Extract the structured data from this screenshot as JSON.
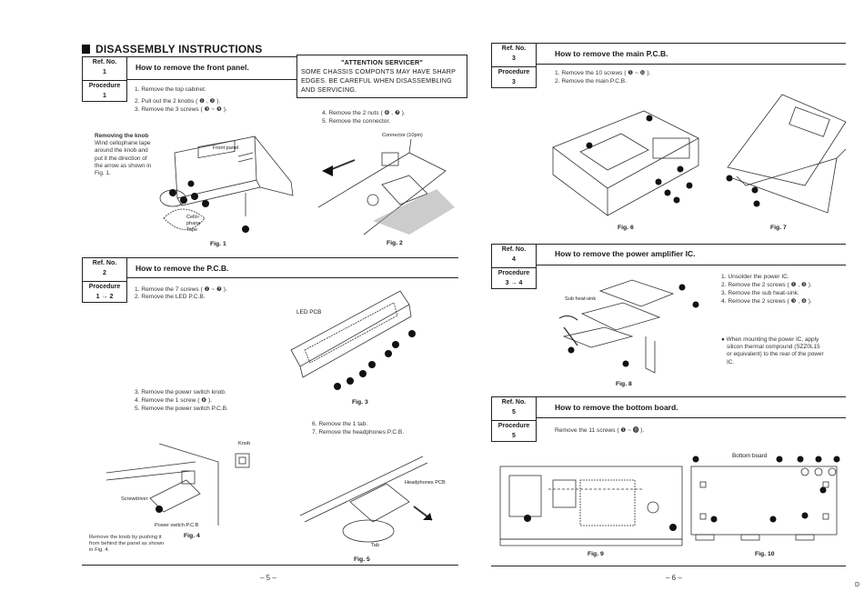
{
  "left_page": {
    "main_title": "DISASSEMBLY INSTRUCTIONS",
    "attention": {
      "title": "\"ATTENTION SERVICER\"",
      "line1": "SOME CHASSIS COMPONTS MAY HAVE SHARP",
      "line2": "EDGES. BE CAREFUL WHEN DISASSEMBLING",
      "line3": "AND SERVICING."
    },
    "sec1": {
      "ref_label": "Ref. No.",
      "ref_no": "1",
      "proc_label": "Procedure",
      "proc_no": "1",
      "heading": "How to remove the front panel.",
      "steps": [
        "1. Remove the top cabinet.",
        "2. Pull out the 2 knobs ( ❶ , ❷ ).",
        "3. Remove the 3 screws ( ❸ ~ ❺ )."
      ],
      "steps_right": [
        "4. Remove the 2 nuts ( ❻ , ❼ ).",
        "5. Remove the connector."
      ],
      "knob_note_title": "Removing the knob",
      "knob_note": [
        "Wind cellophane tape",
        "around the knob and",
        "put it the direction of",
        "the arrow as shown in",
        "Fig. 1."
      ],
      "fig1_caption": "Fig. 1",
      "fig2_caption": "Fig. 2",
      "front_panel_label": "Front panel",
      "cello_label": [
        "Cello-",
        "phane",
        "Tape"
      ],
      "connector_label": "Connector (10pin)"
    },
    "sec2": {
      "ref_label": "Ref. No.",
      "ref_no": "2",
      "proc_label": "Procedure",
      "proc_no": "1 → 2",
      "heading": "How to remove the P.C.B.",
      "steps": [
        "1. Remove the 7 screws ( ❶ ~ ❼ ).",
        "2. Remove the LED P.C.B."
      ],
      "led_label": "LED PCB",
      "fig3_caption": "Fig. 3",
      "steps_lower": [
        "3. Remove the power switch knob.",
        "4. Remove the 1 screw ( ❽ ).",
        "5. Remove the power switch P.C.B."
      ],
      "steps_right": [
        "6. Remove the 1 tab.",
        "7. Remove the headphones P.C.B."
      ],
      "knob_label": "Knob",
      "screwdriver_label": "Screwdriver",
      "power_switch_label": "Power switch P.C.B",
      "push_note": [
        "Remove the knob by pushing it",
        "from behind the panel as shown",
        "in Fig. 4."
      ],
      "fig4_caption": "Fig. 4",
      "fig5_caption": "Fig. 5",
      "headphones_label": "Headphones PCB",
      "tab_label": "Tab"
    },
    "page_number": "– 5 –"
  },
  "right_page": {
    "sec3": {
      "ref_label": "Ref. No.",
      "ref_no": "3",
      "proc_label": "Procedure",
      "proc_no": "3",
      "heading": "How to remove the main P.C.B.",
      "steps": [
        "1. Remove the 10 screws ( ❶ ~ ❿ ).",
        "2. Remove the main P.C.B."
      ],
      "fig6_caption": "Fig. 6",
      "fig7_caption": "Fig. 7"
    },
    "sec4": {
      "ref_label": "Ref. No.",
      "ref_no": "4",
      "proc_label": "Procedure",
      "proc_no": "3 → 4",
      "heading": "How to remove the power amplifier IC.",
      "steps": [
        "1. Unsolder the power IC.",
        "2. Remove the 2 screws ( ❶ , ❷ ).",
        "3. Remove the sub heat-sink.",
        "4. Remove the 2 screws ( ❸ , ❹ )."
      ],
      "note": [
        "● When mounting the power IC, apply",
        "silicon thermal compound (SZZ0L15",
        "or equivalent) to the rear of the power",
        "IC."
      ],
      "sub_heat_sink_label": "Sub heat-sink",
      "fig8_caption": "Fig. 8"
    },
    "sec5": {
      "ref_label": "Ref. No.",
      "ref_no": "5",
      "proc_label": "Procedure",
      "proc_no": "5",
      "heading": "How to remove the bottom board.",
      "steps": [
        "Remove the 11 screws ( ❶ ~ ⓫ )."
      ],
      "bottom_board_label": "Bottom board",
      "fig9_caption": "Fig. 9",
      "fig10_caption": "Fig. 10"
    },
    "page_number": "– 6 –",
    "corner_mark": "D"
  }
}
